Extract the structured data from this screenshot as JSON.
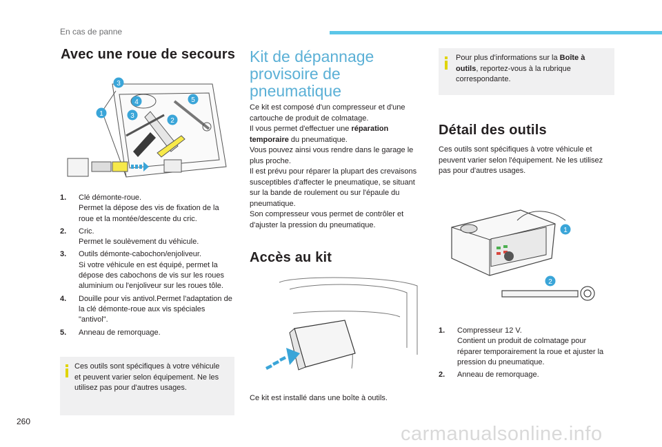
{
  "header": {
    "section": "En cas de panne"
  },
  "col1": {
    "title": "Avec une roue de secours",
    "items": [
      {
        "num": "1.",
        "name": "Clé démonte-roue.",
        "desc": "Permet la dépose des vis de fixation de la roue et la montée/descente du cric."
      },
      {
        "num": "2.",
        "name": "Cric.",
        "desc": "Permet le soulèvement du véhicule."
      },
      {
        "num": "3.",
        "name": "Outils démonte-cabochon/enjoliveur.",
        "desc": "Si votre véhicule en est équipé, permet la dépose des cabochons de vis sur les roues aluminium ou l'enjoliveur sur les roues tôle."
      },
      {
        "num": "4.",
        "name": "Douille pour vis antivol.Permet l'adaptation de la clé démonte-roue aux vis spéciales \"antivol\".",
        "desc": ""
      },
      {
        "num": "5.",
        "name": "Anneau de remorquage.",
        "desc": ""
      }
    ],
    "note": "Ces outils sont spécifiques à votre véhicule et peuvent varier selon équipement. Ne les utilisez pas pour d'autres usages.",
    "figure_callouts": [
      "3",
      "4",
      "1",
      "3",
      "2",
      "5"
    ]
  },
  "col2": {
    "title_line1": "Kit de dépannage",
    "title_line2": "provisoire de",
    "title_line3": "pneumatique",
    "intro_a": "Ce kit est composé d'un compresseur et d'une cartouche de produit de colmatage.",
    "intro_b_pre": "Il vous permet d'effectuer une ",
    "intro_b_bold": "réparation temporaire",
    "intro_b_post": " du pneumatique.",
    "intro_c": "Vous pouvez ainsi vous rendre dans le garage le plus proche.",
    "intro_d": "Il est prévu pour réparer la plupart des crevaisons susceptibles d'affecter le pneumatique, se situant sur la bande de roulement ou sur l'épaule du pneumatique.",
    "intro_e": "Son compresseur vous permet de contrôler et d'ajuster la pression du pneumatique.",
    "access_title": "Accès au kit",
    "access_caption": "Ce kit est installé dans une boîte à outils."
  },
  "col3": {
    "info_pre": "Pour plus d'informations sur la ",
    "info_bold": "Boîte à outils",
    "info_post": ", reportez-vous à la rubrique correspondante.",
    "title": "Détail des outils",
    "intro": "Ces outils sont spécifiques à votre véhicule et peuvent varier selon l'équipement. Ne les utilisez pas pour d'autres usages.",
    "figure_callouts": [
      "1",
      "2"
    ],
    "items": [
      {
        "num": "1.",
        "name": "Compresseur 12 V.",
        "desc": "Contient un produit de colmatage pour réparer temporairement la roue et ajuster la pression du pneumatique."
      },
      {
        "num": "2.",
        "name": "Anneau de remorquage.",
        "desc": ""
      }
    ]
  },
  "footer": {
    "page_number": "260",
    "watermark": "carmanualsonline.info"
  },
  "colors": {
    "accent_blue": "#5bc6e8",
    "heading_blue": "#5bb0d6",
    "callout_blue": "#3aa5d8",
    "info_yellow": "#e0d400",
    "box_gray": "#f0f0f1"
  }
}
